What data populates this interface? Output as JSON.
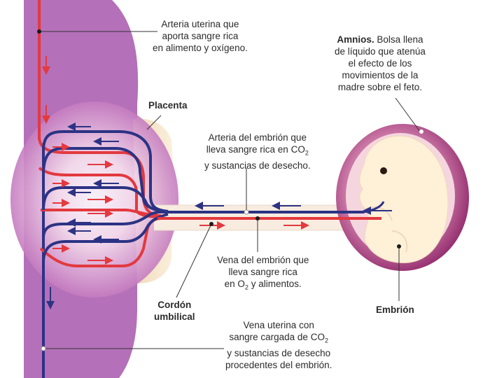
{
  "colors": {
    "artery_red": "#e3393f",
    "vein_blue": "#2c3384",
    "uterus_purple": "#b470b8",
    "placenta_cream": "#f7e7c9",
    "amnion_magenta": "#9b2f76",
    "embryo_skin": "#fff0d8",
    "text": "#2b2b2b"
  },
  "labels": {
    "uterine_artery": [
      "Arteria uterina que",
      "aporta sangre rica",
      "en alimento y oxígeno."
    ],
    "amnion_title": "Amnios.",
    "amnion_text": [
      " Bolsa llena",
      "de líquido que atenúa",
      "el efecto de los",
      "movimientos de la",
      "madre sobre el feto."
    ],
    "placenta": "Placenta",
    "embryo_artery": {
      "line1": "Arteria del embrión que",
      "line2_pre": "lleva sangre rica en CO",
      "line2_sub": "2",
      "line3": "y sustancias de desecho."
    },
    "embryo_vein": {
      "line1": "Vena del embrión que",
      "line2": "lleva sangre rica",
      "line3_pre": "en O",
      "line3_sub": "2",
      "line3_post": " y alimentos."
    },
    "umbilical_cord": [
      "Cordón",
      "umbilical"
    ],
    "embryo": "Embrión",
    "uterine_vein": {
      "line1": "Vena uterina con",
      "line2_pre": "sangre cargada de CO",
      "line2_sub": "2",
      "line3": "y sustancias de desecho",
      "line4": "procedentes del embrión."
    }
  },
  "icons": [
    "red-arrow-icon",
    "blue-arrow-icon",
    "pointer-dot-icon"
  ]
}
